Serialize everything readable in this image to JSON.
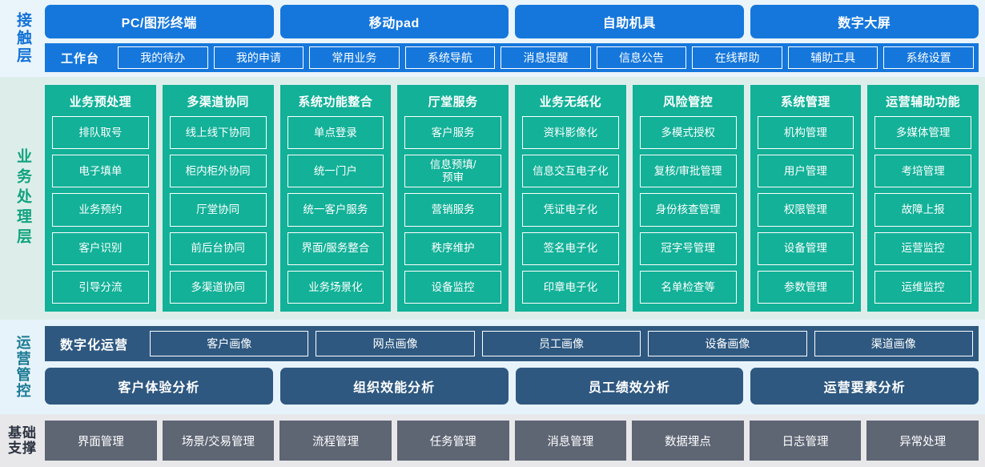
{
  "contact_layer": {
    "label": "接触层",
    "accent": "#1577dc",
    "terminals": [
      "PC/图形终端",
      "移动pad",
      "自助机具",
      "数字大屏"
    ],
    "workbench_title": "工作台",
    "workbench_items": [
      "我的待办",
      "我的申请",
      "常用业务",
      "系统导航",
      "消息提醒",
      "信息公告",
      "在线帮助",
      "辅助工具",
      "系统设置"
    ]
  },
  "business_layer": {
    "label": "业务处理层",
    "accent": "#12b198",
    "columns": [
      {
        "title": "业务预处理",
        "items": [
          "排队取号",
          "电子填单",
          "业务预约",
          "客户识别",
          "引导分流"
        ]
      },
      {
        "title": "多渠道协同",
        "items": [
          "线上线下协同",
          "柜内柜外协同",
          "厅堂协同",
          "前后台协同",
          "多渠道协同"
        ]
      },
      {
        "title": "系统功能整合",
        "items": [
          "单点登录",
          "统一门户",
          "统一客户服务",
          "界面/服务整合",
          "业务场景化"
        ]
      },
      {
        "title": "厅堂服务",
        "items": [
          "客户服务",
          "信息预填/\n预审",
          "营销服务",
          "秩序维护",
          "设备监控"
        ]
      },
      {
        "title": "业务无纸化",
        "items": [
          "资料影像化",
          "信息交互电子化",
          "凭证电子化",
          "签名电子化",
          "印章电子化"
        ]
      },
      {
        "title": "风险管控",
        "items": [
          "多模式授权",
          "复核/审批管理",
          "身份核查管理",
          "冠字号管理",
          "名单检查等"
        ]
      },
      {
        "title": "系统管理",
        "items": [
          "机构管理",
          "用户管理",
          "权限管理",
          "设备管理",
          "参数管理"
        ]
      },
      {
        "title": "运营辅助功能",
        "items": [
          "多媒体管理",
          "考培管理",
          "故障上报",
          "运营监控",
          "运维监控"
        ]
      }
    ]
  },
  "operations_layer": {
    "label": "运营管控",
    "accent": "#2e5880",
    "digital_ops_title": "数字化运营",
    "portraits": [
      "客户画像",
      "网点画像",
      "员工画像",
      "设备画像",
      "渠道画像"
    ],
    "analyses": [
      "客户体验分析",
      "组织效能分析",
      "员工绩效分析",
      "运营要素分析"
    ]
  },
  "foundation_layer": {
    "label_line1": "基础",
    "label_line2": "支撑",
    "accent": "#5e6573",
    "items": [
      "界面管理",
      "场景/交易管理",
      "流程管理",
      "任务管理",
      "消息管理",
      "数据埋点",
      "日志管理",
      "异常处理"
    ]
  }
}
